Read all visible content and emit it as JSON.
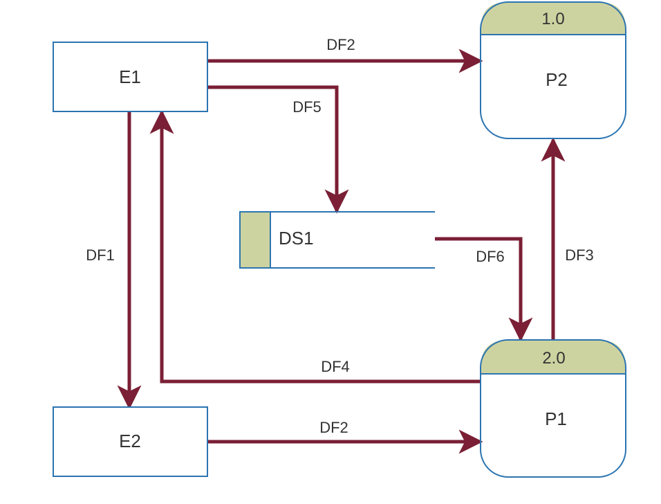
{
  "colors": {
    "box_stroke": "#2b74b0",
    "flow": "#7a1f35",
    "process_header": "#cdd3a0",
    "store_tab": "#cdd3a0",
    "text": "#333333"
  },
  "entities": {
    "e1": "E1",
    "e2": "E2"
  },
  "processes": {
    "p2": {
      "id": "1.0",
      "name": "P2"
    },
    "p1": {
      "id": "2.0",
      "name": "P1"
    }
  },
  "data_store": {
    "ds1": "DS1"
  },
  "flows": {
    "e1_to_p2": "DF2",
    "e1_to_ds1": "DF5",
    "e1_to_e2": "DF1",
    "ds1_to_p1": "DF6",
    "p1_to_p2": "DF3",
    "p1_to_e1": "DF4",
    "e2_to_p1": "DF2"
  }
}
